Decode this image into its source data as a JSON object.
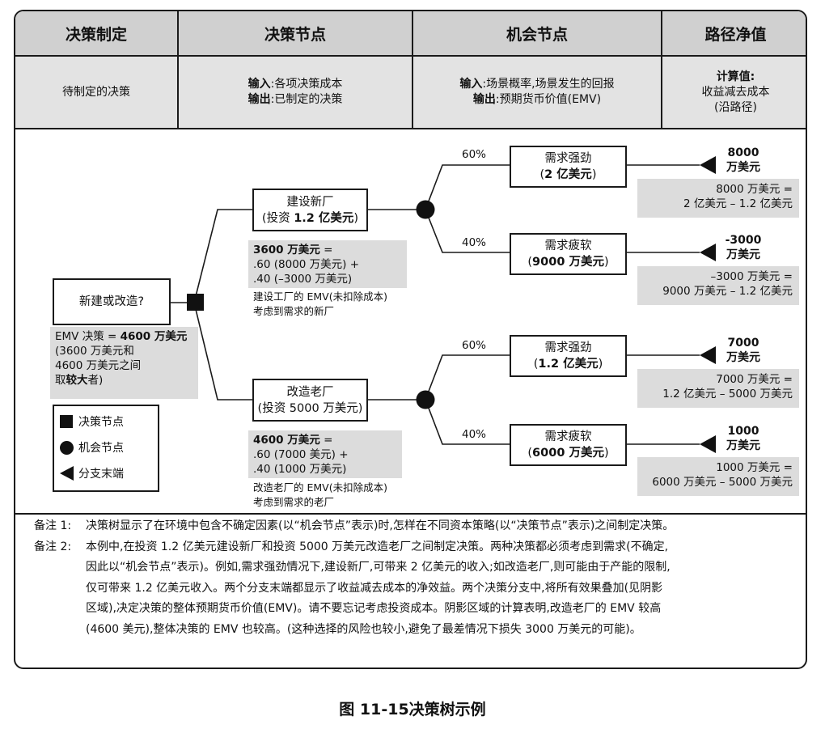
{
  "header": {
    "col1": "决策制定",
    "col2": "决策节点",
    "col3": "机会节点",
    "col4": "路径净值"
  },
  "subheader": {
    "col1": "待制定的决策",
    "col2": {
      "in_key": "输入",
      "in_val": ":各项决策成本",
      "out_key": "输出",
      "out_val": ":已制定的决策"
    },
    "col3": {
      "in_key": "输入",
      "in_val": ":场景概率,场景发生的回报",
      "out_key": "输出",
      "out_val": ":预期货币价值(EMV)"
    },
    "col4": {
      "calc": "计算值:",
      "line2": "收益减去成本",
      "line3": "(沿路径)"
    }
  },
  "tree": {
    "root": {
      "label": "新建或改造?"
    },
    "emv_decision": {
      "l1a": "EMV 决策 = ",
      "l1b": "4600 万美元",
      "l2": "(3600 万美元和",
      "l3": "4600 万美元之间",
      "l4a": "取",
      "l4b": "较大",
      "l4c": "者)"
    },
    "build": {
      "l1": "建设新厂",
      "l2a": "(投资 ",
      "l2b": "1.2 亿美元",
      "l2c": ")",
      "emv_l1a": "3600 万美元",
      "emv_l1b": " =",
      "emv_l2": ".60 (8000 万美元) +",
      "emv_l3": ".40 (–3000 万美元)",
      "note_l1": "建设工厂的 EMV(未扣除成本)",
      "note_l2": "考虑到需求的新厂",
      "p_up": "60%",
      "p_down": "40%",
      "strong": {
        "l1": "需求强劲",
        "l2a": "(",
        "l2b": "2 亿美元",
        "l2c": ")",
        "t1": "8000",
        "t2": "万美元",
        "c1": "8000 万美元 =",
        "c2": "2 亿美元 – 1.2 亿美元"
      },
      "weak": {
        "l1": "需求疲软",
        "l2a": "(",
        "l2b": "9000 万美元",
        "l2c": ")",
        "t1": "-3000",
        "t2": "万美元",
        "c1": "–3000 万美元 =",
        "c2": "9000 万美元 – 1.2 亿美元"
      }
    },
    "renovate": {
      "l1": "改造老厂",
      "l2": "(投资 5000 万美元)",
      "emv_l1a": "4600 万美元",
      "emv_l1b": " =",
      "emv_l2": ".60 (7000 美元) +",
      "emv_l3": ".40 (1000 万美元)",
      "note_l1": "改造老厂的 EMV(未扣除成本)",
      "note_l2": "考虑到需求的老厂",
      "p_up": "60%",
      "p_down": "40%",
      "strong": {
        "l1": "需求强劲",
        "l2a": "(",
        "l2b": "1.2 亿美元",
        "l2c": ")",
        "t1": "7000",
        "t2": "万美元",
        "c1": "7000 万美元 =",
        "c2": "1.2 亿美元 – 5000 万美元"
      },
      "weak": {
        "l1": "需求疲软",
        "l2a": "(",
        "l2b": "6000 万美元",
        "l2c": ")",
        "t1": "1000",
        "t2": "万美元",
        "c1": "1000 万美元 =",
        "c2": "6000 万美元 – 5000 万美元"
      }
    }
  },
  "legend": {
    "decision": "决策节点",
    "chance": "机会节点",
    "terminal": "分支末端"
  },
  "notes": {
    "n1_key": "备注 1:",
    "n1": "决策树显示了在环境中包含不确定因素(以“机会节点”表示)时,怎样在不同资本策略(以“决策节点”表示)之间制定决策。",
    "n2_key": "备注 2:",
    "n2_l1": "本例中,在投资 1.2 亿美元建设新厂和投资 5000 万美元改造老厂之间制定决策。两种决策都必须考虑到需求(不确定,",
    "n2_l2": "因此以“机会节点”表示)。例如,需求强劲情况下,建设新厂,可带来 2 亿美元的收入;如改造老厂,则可能由于产能的限制,",
    "n2_l3": "仅可带来 1.2 亿美元收入。两个分支末端都显示了收益减去成本的净效益。两个决策分支中,将所有效果叠加(见阴影",
    "n2_l4": "区域),决定决策的整体预期货币价值(EMV)。请不要忘记考虑投资成本。阴影区域的计算表明,改造老厂的 EMV 较高",
    "n2_l5": "(4600 美元),整体决策的 EMV 也较高。(这种选择的风险也较小,避免了最差情况下损失 3000 万美元的可能)。"
  },
  "caption": "图 11-15决策树示例"
}
